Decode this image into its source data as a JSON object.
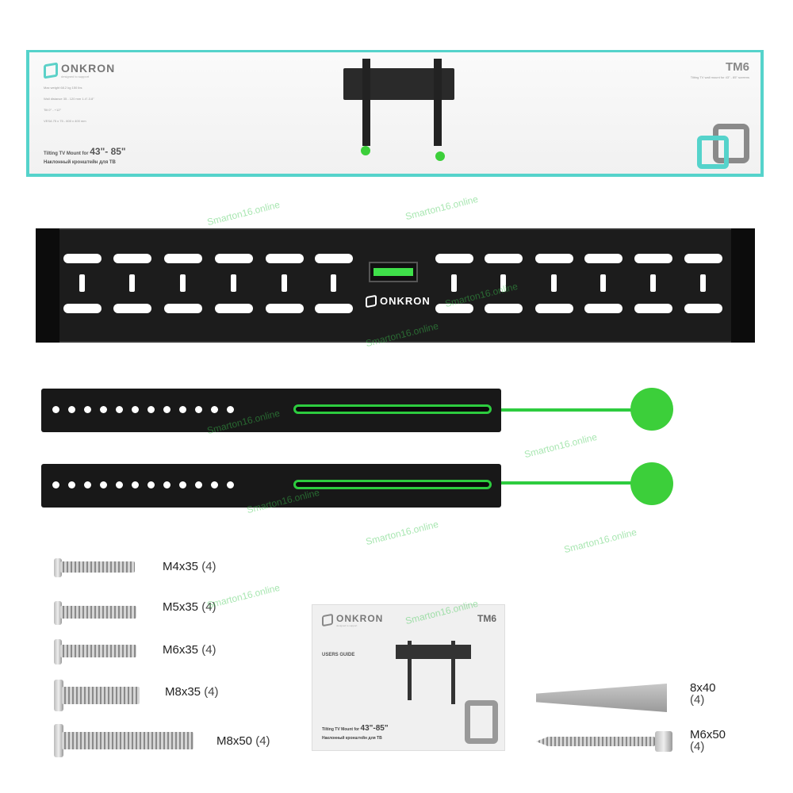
{
  "box": {
    "brand": "ONKRON",
    "tagline": "designed to support",
    "model": "TM6",
    "subtitle": "Tilting TV wall mount for 43\" - 85\" screens",
    "specs": [
      {
        "icon": "weight-icon",
        "text": "Max weight 68.2 kg 150 lbs"
      },
      {
        "icon": "wall-distance-icon",
        "text": "Wall distance 35 - 120 mm 1.4\"-3.8\""
      },
      {
        "icon": "tilt-icon",
        "text": "Tilt 0° - +12°"
      },
      {
        "icon": "vesa-icon",
        "text": "VESA 75 x 75 - 600 x 400 mm"
      }
    ],
    "title_prefix": "Tilting TV Mount for",
    "size_range": "43\"- 85\"",
    "title_ru": "Наклонный кронштейн для ТВ"
  },
  "plate": {
    "brand": "ONKRON"
  },
  "screws": [
    {
      "size": "M4x35",
      "qty": "(4)"
    },
    {
      "size": "M5x35",
      "qty": "(4)"
    },
    {
      "size": "M6x35",
      "qty": "(4)"
    },
    {
      "size": "M8x35",
      "qty": "(4)"
    },
    {
      "size": "M8x50",
      "qty": "(4)"
    }
  ],
  "manual": {
    "brand": "ONKRON",
    "tagline": "designed to support",
    "model": "TM6",
    "heading": "USERS GUIDE",
    "title_prefix": "Tilting TV Mount for",
    "size_range": "43\"-85\"",
    "title_ru": "Наклонный кронштейн для ТВ"
  },
  "anchors": [
    {
      "size": "8x40",
      "qty": "(4)"
    },
    {
      "size": "M6x50",
      "qty": "(4)"
    }
  ],
  "watermark": "Smarton16.online",
  "colors": {
    "teal": "#55d3cb",
    "green": "#2dcc3f"
  }
}
